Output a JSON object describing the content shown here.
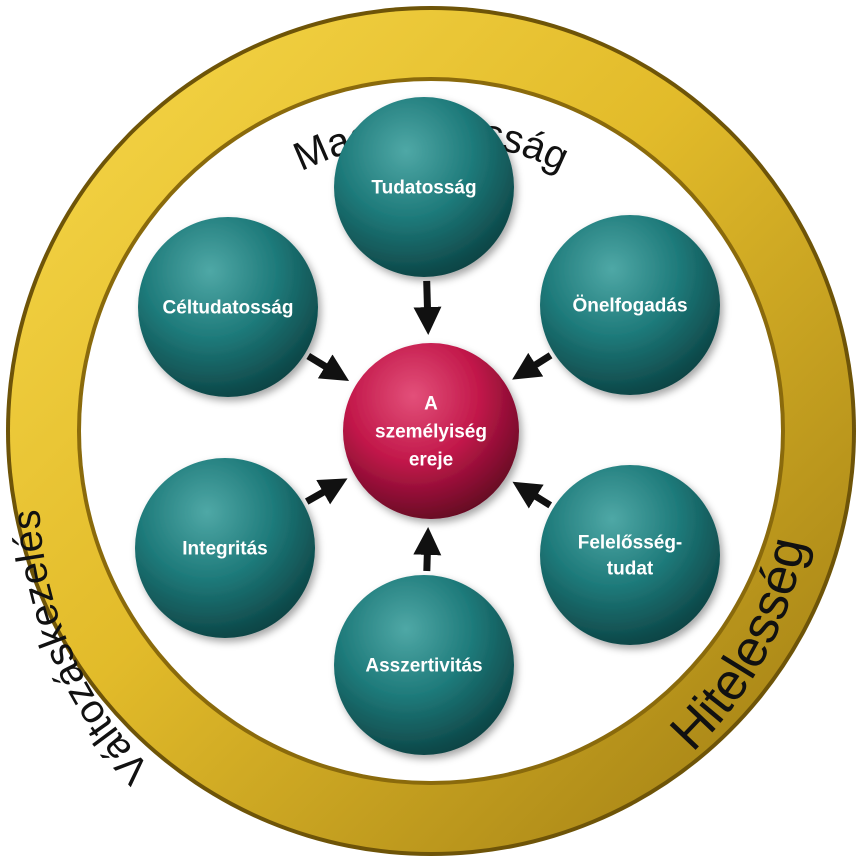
{
  "ring": {
    "top": "Magabiztosság",
    "left": "Változáskezelés",
    "right": "Hitelesség"
  },
  "center": {
    "lines": [
      "A",
      "személyiség",
      "ereje"
    ]
  },
  "nodes": [
    {
      "id": "tudatossag",
      "lines": [
        "Tudatosság"
      ]
    },
    {
      "id": "onelfogadas",
      "lines": [
        "Önelfogadás"
      ]
    },
    {
      "id": "felelossegtudat",
      "lines": [
        "Felelősség-",
        "tudat"
      ]
    },
    {
      "id": "asszertivitas",
      "lines": [
        "Asszertivitás"
      ]
    },
    {
      "id": "integritas",
      "lines": [
        "Integritás"
      ]
    },
    {
      "id": "celtudatossag",
      "lines": [
        "Céltudatosság"
      ]
    }
  ],
  "colors": {
    "ring_gold": "#E2BB2A",
    "ring_dark": "#8A6A0C",
    "node_teal": "#1E7A7A",
    "center_crimson": "#C2184A",
    "arrow": "#111111"
  }
}
